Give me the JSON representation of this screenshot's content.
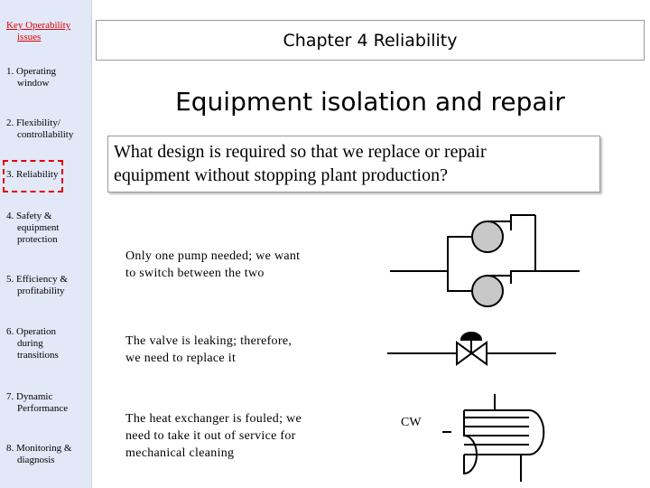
{
  "sidebar": {
    "key_title_line1": "Key Operability",
    "key_title_line2": "issues",
    "items": [
      {
        "num": "1. Operating",
        "cont": "window"
      },
      {
        "num": "2. Flexibility/",
        "cont": "controllability"
      },
      {
        "num": "3. Reliability",
        "cont": ""
      },
      {
        "num": "4. Safety &",
        "cont": "equipment",
        "cont2": "protection"
      },
      {
        "num": "5. Efficiency &",
        "cont": "profitability"
      },
      {
        "num": "6. Operation",
        "cont": "during",
        "cont2": "transitions"
      },
      {
        "num": "7. Dynamic",
        "cont": "Performance"
      },
      {
        "num": "8. Monitoring &",
        "cont": "diagnosis"
      }
    ],
    "selected_index": 2
  },
  "chapter_title": "Chapter 4 Reliability",
  "heading": "Equipment isolation and repair",
  "question_line1": "What design is required so that we replace or repair",
  "question_line2": "equipment without stopping plant production?",
  "cases": [
    {
      "line1": "Only one pump needed; we want",
      "line2": "to switch between the two",
      "line3": ""
    },
    {
      "line1": "The valve is leaking; therefore,",
      "line2": "we need to replace it",
      "line3": ""
    },
    {
      "line1": "The heat exchanger is fouled; we",
      "line2": "need to take it out of service for",
      "line3": "mechanical cleaning"
    }
  ],
  "cw_label": "CW",
  "colors": {
    "sidebar_bg": "#e3e8f8",
    "key_title": "#d40000",
    "selection_border": "#e00000"
  }
}
